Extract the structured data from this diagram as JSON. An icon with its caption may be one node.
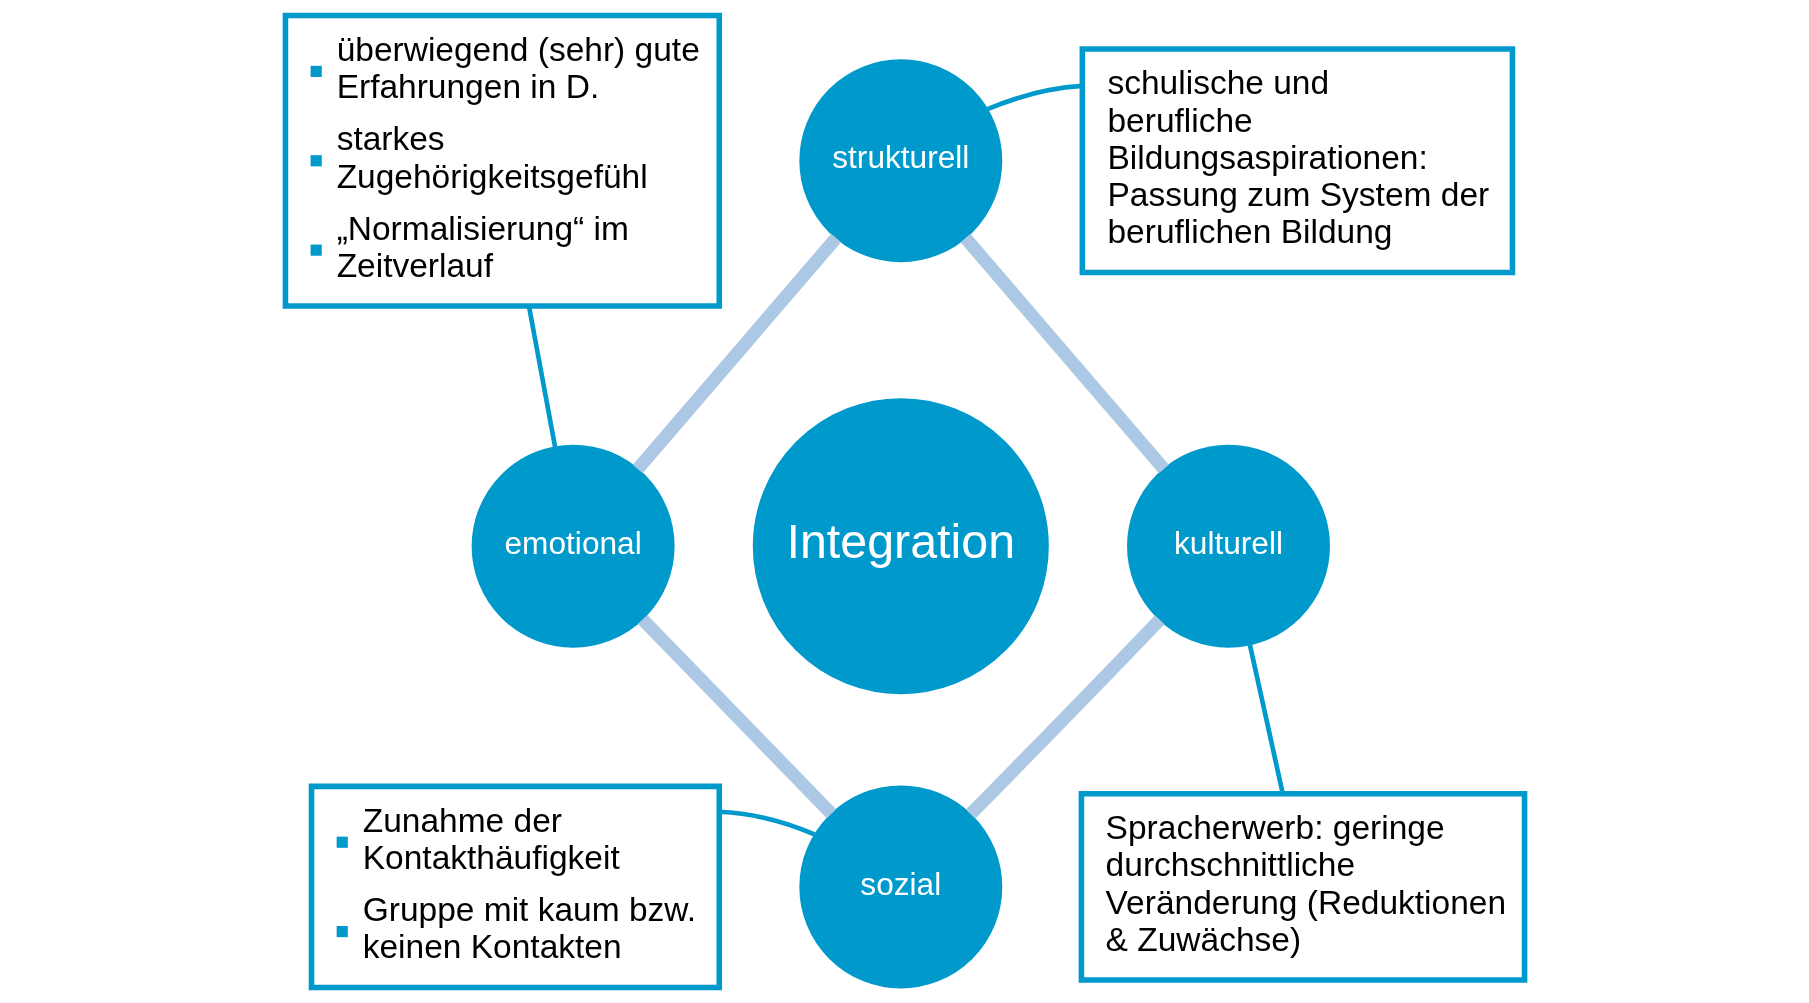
{
  "diagram": {
    "nodes": [
      {
        "text": [
          "überwiegend (sehr) gute Erfahrungen in D.",
          "starkes Zugehörigkeitsgefühl",
          "„Normalisierung“ im Zeitverlauf"
        ]
      },
      {
        "text": [
          "strukturell"
        ]
      },
      {
        "text": [
          "schulische und berufliche Bildungsaspirationen: Passung zum System der beruflichen Bildung"
        ]
      },
      {
        "text": [
          "emotional"
        ]
      },
      {
        "text": [
          "Integration"
        ]
      },
      {
        "text": [
          "kulturell"
        ]
      },
      {
        "text": [
          "Zunahme der Kontakthäufigkeit",
          "Gruppe mit kaum bzw. keinen Kontakten"
        ]
      },
      {
        "text": [
          "sozial"
        ]
      },
      {
        "text": [
          "Spracherwerb: geringe durchschnittliche Veränderung (Reduktionen & Zuwächse)"
        ]
      }
    ],
    "edges": [
      {
        "from": 1,
        "to": 5,
        "arrow": "none",
        "style": "thick",
        "color": "#adc8e4"
      },
      {
        "from": 5,
        "to": 7,
        "arrow": "none",
        "style": "thick",
        "color": "#adc8e4"
      },
      {
        "from": 7,
        "to": 3,
        "arrow": "none",
        "style": "thick",
        "color": "#adc8e4"
      },
      {
        "from": 3,
        "to": 1,
        "arrow": "none",
        "style": "thick",
        "color": "#adc8e4"
      },
      {
        "from": 0,
        "to": 3,
        "arrow": "none",
        "color": "#0099cc"
      },
      {
        "from": 2,
        "to": 1,
        "arrow": "none",
        "color": "#0099cc"
      },
      {
        "from": 8,
        "to": 5,
        "arrow": "none",
        "color": "#0099cc"
      },
      {
        "from": 6,
        "to": 7,
        "arrow": "none",
        "color": "#0099cc"
      }
    ]
  }
}
